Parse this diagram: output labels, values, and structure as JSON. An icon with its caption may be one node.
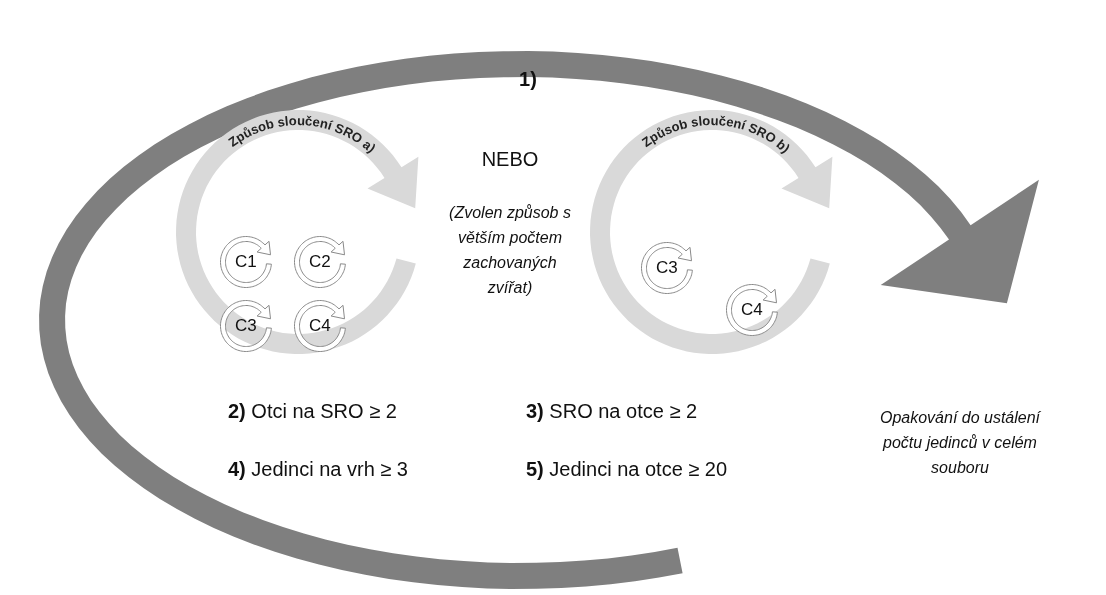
{
  "diagram": {
    "nodes": [
      {
        "text": [
          "Způsob sloučení SRO a)"
        ]
      },
      {
        "text": [
          "C1"
        ],
        "in": 0
      },
      {
        "text": [
          "C2"
        ],
        "in": 0
      },
      {
        "text": [
          "C3"
        ],
        "in": 0
      },
      {
        "text": [
          "C4"
        ],
        "in": 0
      },
      {
        "text": [
          "Způsob sloučení SRO b)"
        ]
      },
      {
        "text": [
          "C3"
        ],
        "in": 5
      },
      {
        "text": [
          "C4"
        ],
        "in": 5
      }
    ],
    "edges": [],
    "labels": [
      "1)",
      "NEBO",
      "(Zvolen způsob s větším počtem zachovaných zvířat)",
      "**2)** Otci na SRO ≥ 2",
      "**3)** SRO na otce ≥ 2",
      "**4)** Jedinci na vrh ≥ 3",
      "**5)** Jedinci na otce ≥ 20",
      "Opakování do ustálení počtu jedinců v celém souboru"
    ]
  }
}
